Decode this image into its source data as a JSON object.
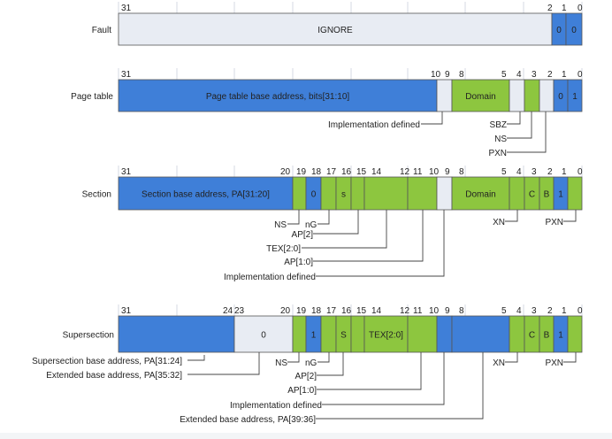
{
  "colors": {
    "blue": "#3f7fd8",
    "green": "#8dc63f",
    "gray": "#e8ecf3",
    "stroke": "#555555",
    "text": "#222222",
    "line": "#444444"
  },
  "rows": [
    {
      "id": "fault",
      "label": "Fault",
      "bit_labels": [
        "31",
        "2",
        "1",
        "0"
      ],
      "fields": [
        {
          "text": "IGNORE",
          "color": "gray"
        },
        {
          "text": "0",
          "color": "blue"
        },
        {
          "text": "0",
          "color": "blue"
        }
      ],
      "annotations": []
    },
    {
      "id": "page-table",
      "label": "Page table",
      "bit_labels": [
        "31",
        "10",
        "9",
        "8",
        "5",
        "4",
        "3",
        "2",
        "1",
        "0"
      ],
      "fields": [
        {
          "text": "Page table base address, bits[31:10]",
          "color": "blue"
        },
        {
          "text": "",
          "color": "gray"
        },
        {
          "text": "Domain",
          "color": "green"
        },
        {
          "text": "",
          "color": "gray"
        },
        {
          "text": "",
          "color": "green"
        },
        {
          "text": "",
          "color": "gray"
        },
        {
          "text": "0",
          "color": "blue"
        },
        {
          "text": "1",
          "color": "blue"
        }
      ],
      "annotations": [
        {
          "text": "Implementation defined"
        },
        {
          "text": "SBZ"
        },
        {
          "text": "NS"
        },
        {
          "text": "PXN"
        }
      ]
    },
    {
      "id": "section",
      "label": "Section",
      "bit_labels": [
        "31",
        "20",
        "19",
        "18",
        "17",
        "16",
        "15",
        "14",
        "12",
        "11",
        "10",
        "9",
        "8",
        "5",
        "4",
        "3",
        "2",
        "1",
        "0"
      ],
      "fields": [
        {
          "text": "Section base address, PA[31:20]",
          "color": "blue"
        },
        {
          "text": "",
          "color": "green"
        },
        {
          "text": "0",
          "color": "blue"
        },
        {
          "text": "",
          "color": "green"
        },
        {
          "text": "s",
          "color": "green"
        },
        {
          "text": "",
          "color": "green"
        },
        {
          "text": "",
          "color": "green"
        },
        {
          "text": "",
          "color": "green"
        },
        {
          "text": "",
          "color": "gray"
        },
        {
          "text": "Domain",
          "color": "green"
        },
        {
          "text": "",
          "color": "green"
        },
        {
          "text": "C",
          "color": "green"
        },
        {
          "text": "B",
          "color": "green"
        },
        {
          "text": "1",
          "color": "blue"
        },
        {
          "text": "",
          "color": "green"
        }
      ],
      "annotations": [
        {
          "text": "NS"
        },
        {
          "text": "nG"
        },
        {
          "text": "AP[2]"
        },
        {
          "text": "TEX[2:0]"
        },
        {
          "text": "AP[1:0]"
        },
        {
          "text": "Implementation defined"
        },
        {
          "text": "XN"
        },
        {
          "text": "PXN"
        }
      ]
    },
    {
      "id": "supersection",
      "label": "Supersection",
      "bit_labels": [
        "31",
        "24",
        "23",
        "20",
        "19",
        "18",
        "17",
        "16",
        "15",
        "14",
        "12",
        "11",
        "10",
        "9",
        "8",
        "5",
        "4",
        "3",
        "2",
        "1",
        "0"
      ],
      "fields": [
        {
          "text": "",
          "color": "blue"
        },
        {
          "text": "0",
          "color": "gray"
        },
        {
          "text": "",
          "color": "green"
        },
        {
          "text": "1",
          "color": "blue"
        },
        {
          "text": "",
          "color": "green"
        },
        {
          "text": "S",
          "color": "green"
        },
        {
          "text": "",
          "color": "green"
        },
        {
          "text": "TEX[2:0]",
          "color": "green"
        },
        {
          "text": "",
          "color": "green"
        },
        {
          "text": "",
          "color": "blue"
        },
        {
          "text": "",
          "color": "blue"
        },
        {
          "text": "",
          "color": "green"
        },
        {
          "text": "C",
          "color": "green"
        },
        {
          "text": "B",
          "color": "green"
        },
        {
          "text": "1",
          "color": "blue"
        },
        {
          "text": "",
          "color": "green"
        }
      ],
      "annotations": [
        {
          "text": "Supersection base address, PA[31:24]"
        },
        {
          "text": "Extended base address, PA[35:32]"
        },
        {
          "text": "NS"
        },
        {
          "text": "nG"
        },
        {
          "text": "AP[2]"
        },
        {
          "text": "AP[1:0]"
        },
        {
          "text": "Implementation defined"
        },
        {
          "text": "Extended base address, PA[39:36]"
        },
        {
          "text": "XN"
        },
        {
          "text": "PXN"
        }
      ]
    }
  ]
}
